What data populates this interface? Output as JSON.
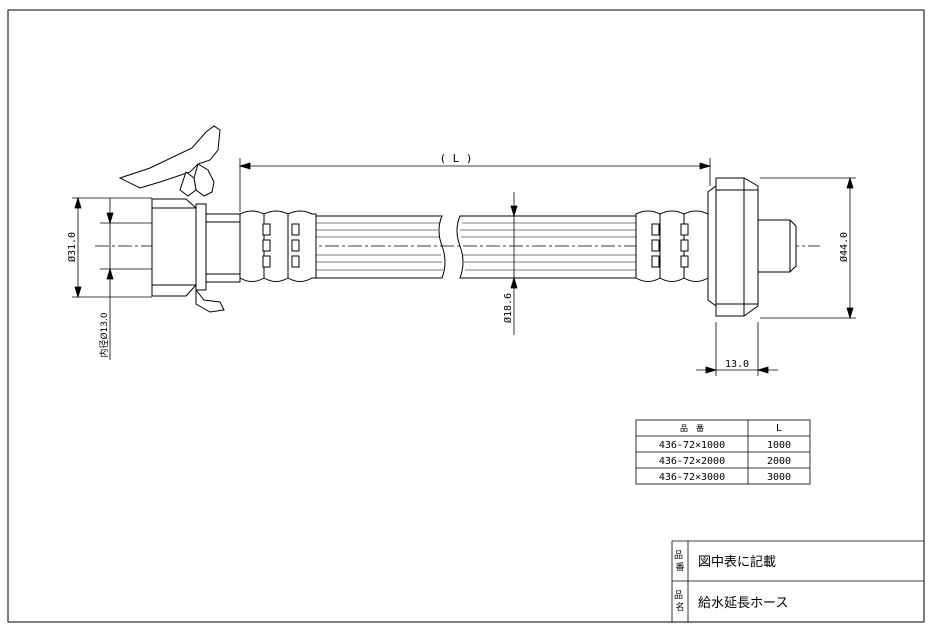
{
  "drawing": {
    "length_label": "( L )",
    "dims": {
      "left_outer": "Ø31.0",
      "inner_dia": "内径Ø13.0",
      "hose_dia": "Ø18.6",
      "right_outer": "Ø44.0",
      "right_width": "13.0"
    }
  },
  "spec_table": {
    "headers": [
      "品　番",
      "L"
    ],
    "rows": [
      [
        "436-72×1000",
        "1000"
      ],
      [
        "436-72×2000",
        "2000"
      ],
      [
        "436-72×3000",
        "3000"
      ]
    ]
  },
  "title_block": {
    "part_number_label": "品番",
    "part_number_value": "図中表に記載",
    "product_name_label": "品名",
    "product_name_value": "給水延長ホース"
  }
}
